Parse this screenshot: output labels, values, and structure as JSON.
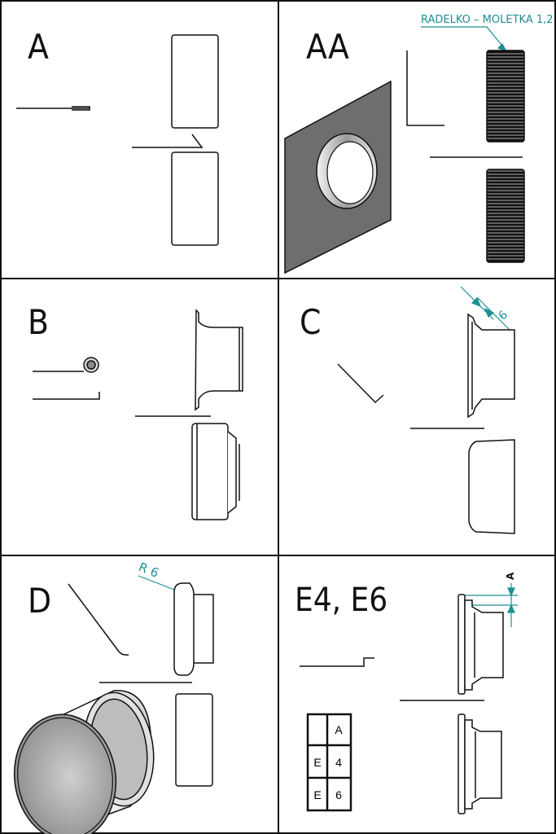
{
  "panels": [
    {
      "id": "A",
      "label": "A"
    },
    {
      "id": "AA",
      "label": "AA",
      "annotation": "RADELKO – MOLETKA 1,2"
    },
    {
      "id": "B",
      "label": "B"
    },
    {
      "id": "C",
      "label": "C",
      "dimension": "6"
    },
    {
      "id": "D",
      "label": "D",
      "dimension": "R 6"
    },
    {
      "id": "E",
      "label": "E4, E6",
      "dimension": "A"
    }
  ],
  "legend_table": {
    "header": [
      "",
      "A"
    ],
    "rows": [
      [
        "E",
        "4"
      ],
      [
        "E",
        "6"
      ]
    ]
  },
  "colors": {
    "line": "#111111",
    "annotation": "#1f8f93",
    "plate": "#6e6e6e"
  }
}
